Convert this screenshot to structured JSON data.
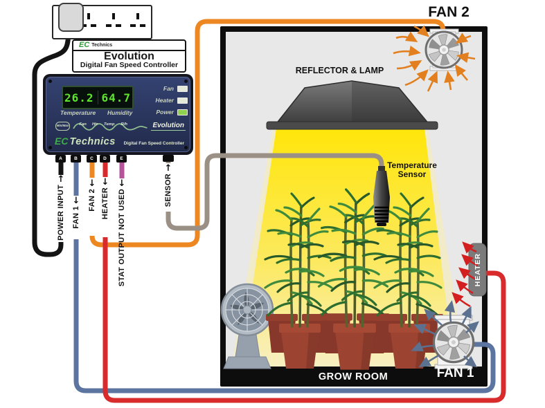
{
  "scene": {
    "fan2_title": "FAN 2",
    "fan1_title": "FAN 1",
    "grow_room": "GROW ROOM",
    "reflector_label": "REFLECTOR & LAMP",
    "temp_sensor_label_1": "Temperature",
    "temp_sensor_label_2": "Sensor",
    "heater_label": "HEATER"
  },
  "wire_labels": {
    "power_input": {
      "arrow": "↑",
      "label": "POWER INPUT"
    },
    "fan1": {
      "arrow": "↓",
      "label": "FAN 1"
    },
    "fan2": {
      "arrow": "↓",
      "label": "FAN 2"
    },
    "heater": {
      "arrow": "↓",
      "label": "HEATER"
    },
    "stat": {
      "arrow": "↓",
      "label": "STAT OUTPUT NOT USED"
    },
    "sensor": {
      "arrow": "↑",
      "label": "SENSOR"
    }
  },
  "product_label": {
    "logo": "EC",
    "logo_text": "Technics",
    "name": "Evolution",
    "subtitle": "Digital Fan Speed Controller"
  },
  "controller": {
    "temp_value": "26.2",
    "humidity_value": "64.7",
    "temp_label": "Temperature",
    "humidity_label": "Humidity",
    "led_fan": "Fan",
    "led_heater": "Heater",
    "led_power": "Power",
    "btn_minmax": "Min/Max",
    "btn_fan": "Fan",
    "btn_htr": "Htr",
    "btn_temp": "Temp",
    "btn_rh": "R/h",
    "wave_brand": "Evolution",
    "logo": "EC",
    "logo_text": "Technics",
    "footer": "Digital Fan Speed Controller",
    "terminals": [
      "A",
      "B",
      "C",
      "D",
      "E"
    ]
  },
  "colors": {
    "fan2_wire": "#ec8722",
    "fan1_wire": "#5b74a0",
    "heater_wire": "#d92b2b",
    "sensor_wire": "#9a9086",
    "power_wire": "#141414",
    "stat_wire": "#b5539b",
    "beam_top": "#ffe60a",
    "beam_bottom": "#f8efc2",
    "room_bg": "#e8e8e8",
    "pot": "#9c4431",
    "leaf": "#2e6f30",
    "led_power": "#8fd14f"
  }
}
